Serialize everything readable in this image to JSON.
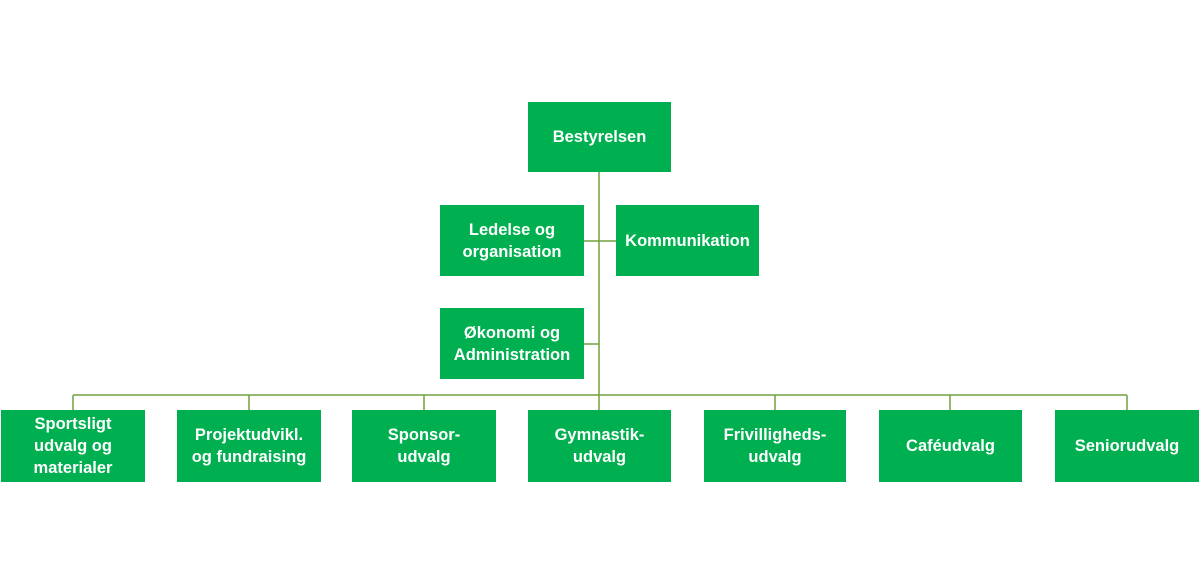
{
  "colors": {
    "node_fill": "#00b050",
    "node_text": "#ffffff",
    "connector": "#70a13f"
  },
  "org_chart": {
    "root": "Bestyrelsen",
    "assistants": {
      "leadership": "Ledelse og\norganisation",
      "communication": "Kommunikation",
      "economy": "Økonomi og\nAdministration"
    },
    "committees": [
      "Sportsligt\nudvalg og\nmaterialer",
      "Projektudvikl.\nog fundraising",
      "Sponsor-\nudvalg",
      "Gymnastik-\nudvalg",
      "Frivilligheds-\nudvalg",
      "Caféudvalg",
      "Seniorudvalg"
    ]
  }
}
